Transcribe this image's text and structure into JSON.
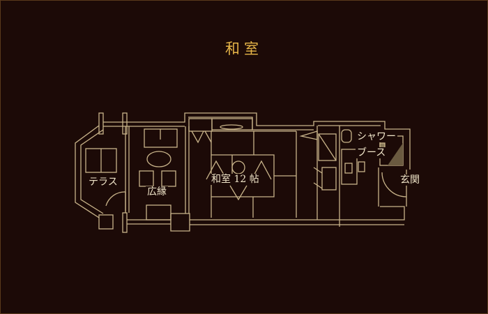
{
  "title": "和室",
  "rooms": {
    "terrace": "テラス",
    "engawa": "広縁",
    "washitsu": "和室 12 帖",
    "shower_1": "シャワー",
    "shower_2": "ブース",
    "entrance": "玄関"
  },
  "colors": {
    "background": "#1c0a07",
    "title": "#e6b548",
    "lines": "#c9b48a"
  }
}
